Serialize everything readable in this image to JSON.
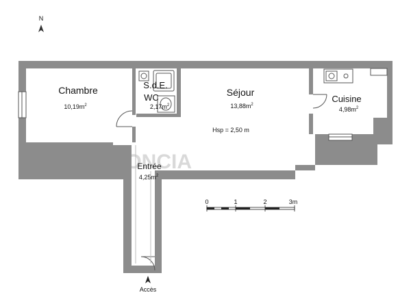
{
  "compass": {
    "label": "N"
  },
  "rooms": [
    {
      "id": "chambre",
      "name": "Chambre",
      "area": "10,19m",
      "sup": "2"
    },
    {
      "id": "sde",
      "name": "S.d.E.",
      "name2": "WC",
      "area": "2,17m",
      "sup": "2"
    },
    {
      "id": "sejour",
      "name": "Séjour",
      "area": "13,88m",
      "sup": "2"
    },
    {
      "id": "cuisine",
      "name": "Cuisine",
      "area": "4,98m",
      "sup": "2"
    },
    {
      "id": "entree",
      "name": "Entrée",
      "area": "4,25m",
      "sup": "2"
    }
  ],
  "ceiling_height": "Hsp = 2,50 m",
  "scale_bar": {
    "labels": [
      "0",
      "1",
      "2",
      "3m"
    ]
  },
  "access": {
    "label": "Accès"
  },
  "watermark": "FONCIA"
}
